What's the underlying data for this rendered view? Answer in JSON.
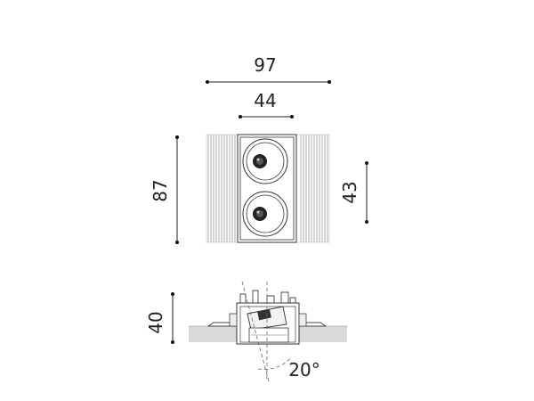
{
  "top_view": {
    "width_overall": "97",
    "width_inner": "44",
    "height_overall": "87",
    "height_module": "43"
  },
  "side_view": {
    "height": "40",
    "tilt_angle": "20°"
  }
}
